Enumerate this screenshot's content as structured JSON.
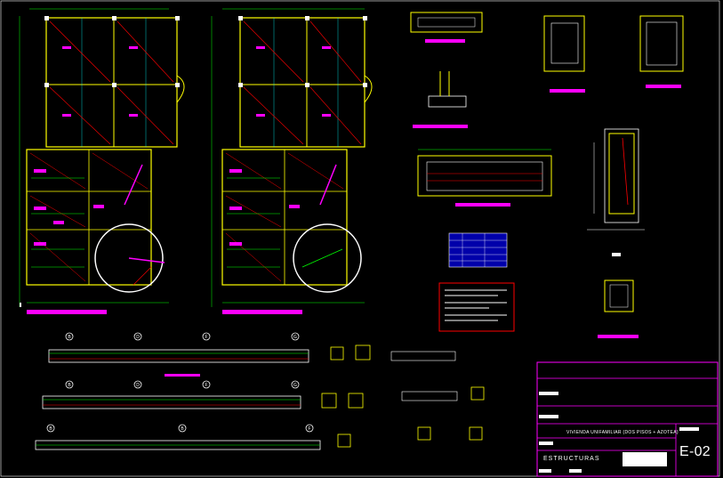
{
  "sheet": {
    "project": "VIVIENDA UNIFAMILIAR (DOS PISOS + AZOTEA)",
    "discipline": "ESTRUCTURAS",
    "code": "E-02"
  },
  "beam_elevations": {
    "axis_labels_row1": [
      "B",
      "D",
      "F",
      "G"
    ],
    "axis_labels_row2": [
      "B",
      "D",
      "F",
      "G"
    ],
    "axis_labels_row3": [
      "B",
      "B",
      "F"
    ]
  },
  "colors": {
    "background": "#000000",
    "walls": "#ffff00",
    "primary_lines": "#ffffff",
    "dimensions": "#00ff00",
    "reinforcement": "#ff0000",
    "labels": "#ff00ff",
    "hatching": "#00ffff",
    "secondary": "#0000ff"
  }
}
